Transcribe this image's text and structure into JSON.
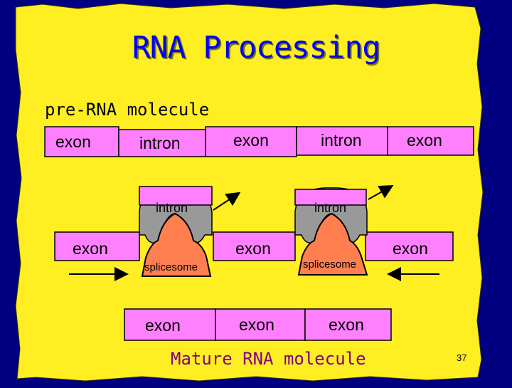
{
  "title": "RNA Processing",
  "subtitle": "pre-RNA molecule",
  "pre_rna": {
    "segments": [
      "exon",
      "intron",
      "exon",
      "intron",
      "exon"
    ]
  },
  "splicing": {
    "left": {
      "intron": "intron",
      "exon": "exon",
      "splicesome": "splicesome"
    },
    "middle_exon": "exon",
    "right": {
      "intron": "intron",
      "exon": "exon",
      "splicesome": "splicesome"
    }
  },
  "mature": {
    "segments": [
      "exon",
      "exon",
      "exon"
    ],
    "label": "Mature RNA molecule"
  },
  "page_number": "37",
  "colors": {
    "background": "#ffee22",
    "border": "#000080",
    "exon": "#ff80ff",
    "intron": "#ff80ff",
    "intron_loop": "#999999",
    "splicesome": "#ff7f50",
    "title": "#0000ff",
    "mature_label": "#800080"
  }
}
